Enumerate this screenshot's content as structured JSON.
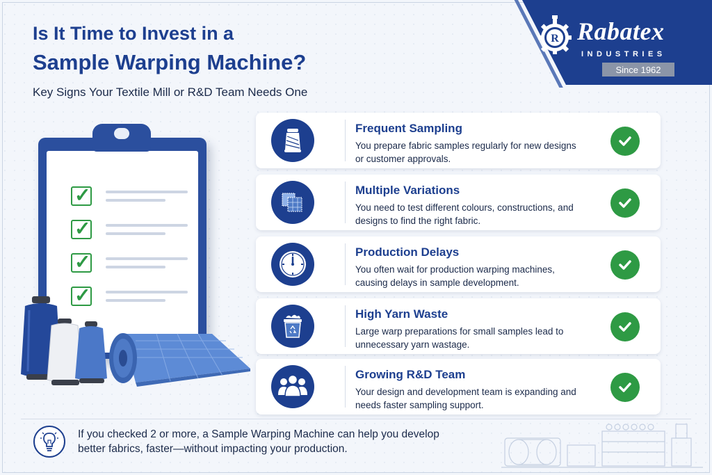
{
  "header": {
    "title_line1": "Is It Time to Invest in a",
    "title_line2": "Sample Warping Machine?",
    "subtitle": "Key Signs Your Textile Mill or R&D Team Needs One"
  },
  "brand": {
    "name": "Rabatex",
    "sub": "INDUSTRIES",
    "since": "Since 1962",
    "logo_letter": "R"
  },
  "colors": {
    "brand_blue": "#1d3f8f",
    "check_green": "#2e9a44"
  },
  "cards": [
    {
      "title": "Frequent Sampling",
      "desc": "You prepare fabric samples regularly for new designs or customer approvals.",
      "icon": "thread-spool-icon"
    },
    {
      "title": "Multiple Variations",
      "desc": "You need to test different colours, constructions, and designs to find the right fabric.",
      "icon": "fabric-swatches-icon"
    },
    {
      "title": "Production Delays",
      "desc": "You often wait for production warping machines, causing delays in sample development.",
      "icon": "clock-icon"
    },
    {
      "title": "High Yarn Waste",
      "desc": "Large warp preparations for small samples lead to unnecessary yarn wastage.",
      "icon": "recycle-bin-icon"
    },
    {
      "title": "Growing R&D Team",
      "desc": "Your design and development team is expanding and needs faster sampling support.",
      "icon": "team-icon"
    }
  ],
  "footer": {
    "text": "If you checked 2 or more, a Sample Warping Machine can help you develop better fabrics, faster—without impacting your production.",
    "icon": "lightbulb-icon"
  }
}
